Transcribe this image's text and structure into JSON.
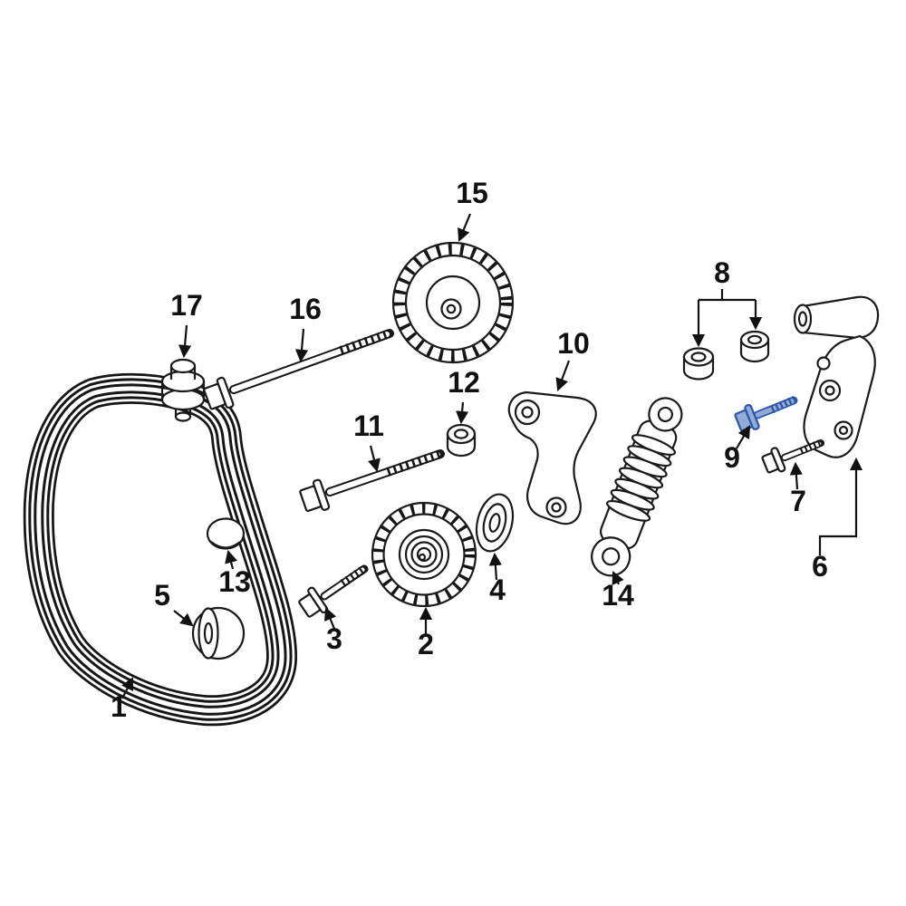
{
  "diagram": {
    "type": "exploded-parts-diagram",
    "subject": "Engine serpentine belt, pulleys and drive belt tensioner assembly",
    "background_color": "#ffffff",
    "line_color": "#1a1a1a",
    "highlighted_part": "9",
    "highlight_fill": "#93abd9",
    "highlight_stroke": "#2d55a8",
    "labels": {
      "p1": "1",
      "p2": "2",
      "p3": "3",
      "p4": "4",
      "p5": "5",
      "p6": "6",
      "p7": "7",
      "p8": "8",
      "p9": "9",
      "p10": "10",
      "p11": "11",
      "p12": "12",
      "p13": "13",
      "p14": "14",
      "p15": "15",
      "p16": "16",
      "p17": "17"
    }
  }
}
